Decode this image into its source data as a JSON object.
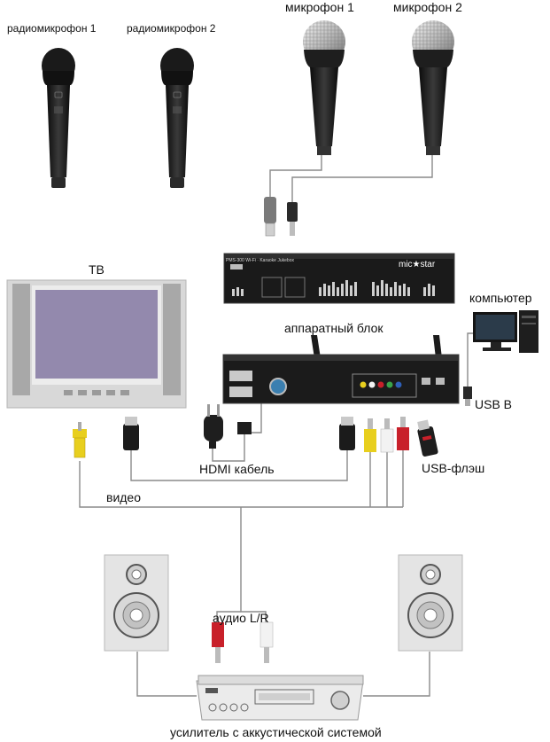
{
  "labels": {
    "radio_mic_1": "радиомикрофон 1",
    "radio_mic_2": "радиомикрофон 2",
    "mic_1": "микрофон 1",
    "mic_2": "микрофон 2",
    "tv": "ТВ",
    "computer": "компьютер",
    "hardware_unit": "аппаратный блок",
    "usb_b": "USB B",
    "hdmi_cable": "HDMI кабель",
    "usb_flash": "USB-флэш",
    "video": "видео",
    "audio_lr": "аудио L/R",
    "amplifier": "усилитель с аккустической системой"
  },
  "devices": {
    "receiver_model": "PMS-300 Wi-Fi · Karaoke Jukebox",
    "receiver_brand": "mic★star"
  },
  "colors": {
    "cable": "#8a8a8a",
    "tv_screen": "#8a7fa6",
    "tv_body": "#d8d8d8",
    "device_black": "#1b1b1b",
    "speaker_body": "#e4e4e4",
    "rca_yellow": "#e8cf1e",
    "rca_red": "#c8202a",
    "rca_white": "#f2f2f2"
  }
}
